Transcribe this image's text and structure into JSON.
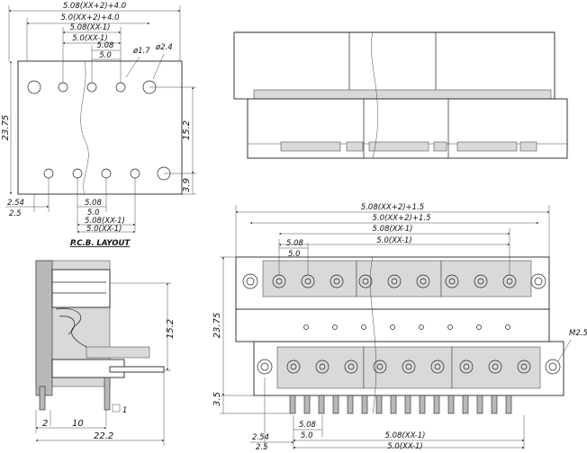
{
  "pcb_layout": {
    "title": "P.C.B. LAYOUT",
    "dims": {
      "overall": "5.08(XX+2)+4.0",
      "overall2": "5.0(XX+2)+4.0",
      "pitch_span_508": "5.08(XX-1)",
      "pitch_span_50": "5.0(XX-1)",
      "pitch_508": "5.08",
      "pitch_50": "5.0",
      "hole_small": "ø1.7",
      "hole_large": "ø2.4",
      "height": "23.75",
      "row_spacing": "15.2",
      "bottom_offset": "3.9",
      "edge_254": "2.54",
      "edge_25": "2.5",
      "bottom_pitch_508": "5.08",
      "bottom_pitch_50": "5.0",
      "bottom_span_508": "5.08(XX-1)",
      "bottom_span_50": "5.0(XX-1)"
    }
  },
  "side_view": {
    "dims": {
      "height": "15.2",
      "d2": "2",
      "d10": "10",
      "d1": "1",
      "width": "22.2"
    }
  },
  "front_view": {
    "dims": {
      "overall": "5.08(XX+2)+1.5",
      "overall2": "5.0(XX+2)+1.5",
      "span_508": "5.08(XX-1)",
      "span_50": "5.0(XX-1)",
      "pitch_508": "5.08",
      "pitch_50": "5.0",
      "height": "23.75",
      "screw": "M2.5",
      "pin_len": "3.5",
      "edge_254": "2.54",
      "edge_25": "2.5",
      "bottom_pitch_508": "5.08",
      "bottom_pitch_50": "5.0",
      "bottom_span_508": "5.08(XX-1)",
      "bottom_span_50": "5.0(XX-1)"
    }
  }
}
